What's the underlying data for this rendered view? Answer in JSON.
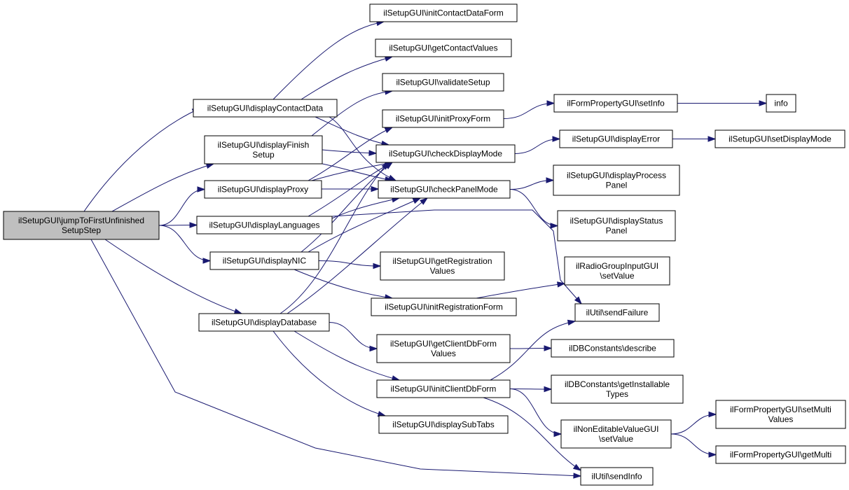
{
  "diagram": {
    "title": "",
    "edge_color": "#191970",
    "root_fill": "#bfbfbf",
    "nodes": [
      {
        "id": "root",
        "lines": [
          "ilSetupGUI\\jumpToFirstUnfinished",
          "SetupStep"
        ],
        "root": true
      },
      {
        "id": "displayContactData",
        "lines": [
          "ilSetupGUI\\displayContactData"
        ]
      },
      {
        "id": "displayFinishSetup",
        "lines": [
          "ilSetupGUI\\displayFinish",
          "Setup"
        ]
      },
      {
        "id": "displayProxy",
        "lines": [
          "ilSetupGUI\\displayProxy"
        ]
      },
      {
        "id": "displayLanguages",
        "lines": [
          "ilSetupGUI\\displayLanguages"
        ]
      },
      {
        "id": "displayNIC",
        "lines": [
          "ilSetupGUI\\displayNIC"
        ]
      },
      {
        "id": "displayDatabase",
        "lines": [
          "ilSetupGUI\\displayDatabase"
        ]
      },
      {
        "id": "initContactDataForm",
        "lines": [
          "ilSetupGUI\\initContactDataForm"
        ]
      },
      {
        "id": "getContactValues",
        "lines": [
          "ilSetupGUI\\getContactValues"
        ]
      },
      {
        "id": "validateSetup",
        "lines": [
          "ilSetupGUI\\validateSetup"
        ]
      },
      {
        "id": "initProxyForm",
        "lines": [
          "ilSetupGUI\\initProxyForm"
        ]
      },
      {
        "id": "checkDisplayMode",
        "lines": [
          "ilSetupGUI\\checkDisplayMode"
        ]
      },
      {
        "id": "checkPanelMode",
        "lines": [
          "ilSetupGUI\\checkPanelMode"
        ]
      },
      {
        "id": "getRegistrationValues",
        "lines": [
          "ilSetupGUI\\getRegistration",
          "Values"
        ]
      },
      {
        "id": "initRegistrationForm",
        "lines": [
          "ilSetupGUI\\initRegistrationForm"
        ]
      },
      {
        "id": "getClientDbFormValues",
        "lines": [
          "ilSetupGUI\\getClientDbForm",
          "Values"
        ]
      },
      {
        "id": "initClientDbForm",
        "lines": [
          "ilSetupGUI\\initClientDbForm"
        ]
      },
      {
        "id": "displaySubTabs",
        "lines": [
          "ilSetupGUI\\displaySubTabs"
        ]
      },
      {
        "id": "setInfo",
        "lines": [
          "ilFormPropertyGUI\\setInfo"
        ]
      },
      {
        "id": "displayError",
        "lines": [
          "ilSetupGUI\\displayError"
        ]
      },
      {
        "id": "displayProcessPanel",
        "lines": [
          "ilSetupGUI\\displayProcess",
          "Panel"
        ]
      },
      {
        "id": "displayStatusPanel",
        "lines": [
          "ilSetupGUI\\displayStatus",
          "Panel"
        ]
      },
      {
        "id": "radioSetValue",
        "lines": [
          "ilRadioGroupInputGUI",
          "\\setValue"
        ]
      },
      {
        "id": "sendFailure",
        "lines": [
          "ilUtil\\sendFailure"
        ]
      },
      {
        "id": "describe",
        "lines": [
          "ilDBConstants\\describe"
        ]
      },
      {
        "id": "getInstallableTypes",
        "lines": [
          "ilDBConstants\\getInstallable",
          "Types"
        ]
      },
      {
        "id": "nonEditSetValue",
        "lines": [
          "ilNonEditableValueGUI",
          "\\setValue"
        ]
      },
      {
        "id": "sendInfo",
        "lines": [
          "ilUtil\\sendInfo"
        ]
      },
      {
        "id": "info",
        "lines": [
          "info"
        ]
      },
      {
        "id": "setDisplayMode",
        "lines": [
          "ilSetupGUI\\setDisplayMode"
        ]
      },
      {
        "id": "setMultiValues",
        "lines": [
          "ilFormPropertyGUI\\setMulti",
          "Values"
        ]
      },
      {
        "id": "getMulti",
        "lines": [
          "ilFormPropertyGUI\\getMulti"
        ]
      }
    ],
    "edges": [
      [
        "root",
        "displayContactData"
      ],
      [
        "root",
        "displayFinishSetup"
      ],
      [
        "root",
        "displayProxy"
      ],
      [
        "root",
        "displayLanguages"
      ],
      [
        "root",
        "displayNIC"
      ],
      [
        "root",
        "displayDatabase"
      ],
      [
        "root",
        "sendInfo"
      ],
      [
        "displayContactData",
        "initContactDataForm"
      ],
      [
        "displayContactData",
        "getContactValues"
      ],
      [
        "displayContactData",
        "checkDisplayMode"
      ],
      [
        "displayContactData",
        "checkPanelMode"
      ],
      [
        "displayFinishSetup",
        "validateSetup"
      ],
      [
        "displayFinishSetup",
        "checkDisplayMode"
      ],
      [
        "displayFinishSetup",
        "checkPanelMode"
      ],
      [
        "displayProxy",
        "initProxyForm"
      ],
      [
        "displayProxy",
        "checkDisplayMode"
      ],
      [
        "displayProxy",
        "checkPanelMode"
      ],
      [
        "displayLanguages",
        "checkDisplayMode"
      ],
      [
        "displayLanguages",
        "checkPanelMode"
      ],
      [
        "displayLanguages",
        "sendFailure"
      ],
      [
        "displayNIC",
        "checkDisplayMode"
      ],
      [
        "displayNIC",
        "checkPanelMode"
      ],
      [
        "displayNIC",
        "getRegistrationValues"
      ],
      [
        "displayNIC",
        "initRegistrationForm"
      ],
      [
        "displayDatabase",
        "checkDisplayMode"
      ],
      [
        "displayDatabase",
        "checkPanelMode"
      ],
      [
        "displayDatabase",
        "getClientDbFormValues"
      ],
      [
        "displayDatabase",
        "initClientDbForm"
      ],
      [
        "displayDatabase",
        "displaySubTabs"
      ],
      [
        "initProxyForm",
        "setInfo"
      ],
      [
        "setInfo",
        "info"
      ],
      [
        "checkDisplayMode",
        "displayError"
      ],
      [
        "displayError",
        "setDisplayMode"
      ],
      [
        "checkPanelMode",
        "displayProcessPanel"
      ],
      [
        "checkPanelMode",
        "displayStatusPanel"
      ],
      [
        "initRegistrationForm",
        "radioSetValue"
      ],
      [
        "getClientDbFormValues",
        "describe"
      ],
      [
        "initClientDbForm",
        "sendFailure"
      ],
      [
        "initClientDbForm",
        "getInstallableTypes"
      ],
      [
        "initClientDbForm",
        "nonEditSetValue"
      ],
      [
        "initClientDbForm",
        "sendInfo"
      ],
      [
        "nonEditSetValue",
        "setMultiValues"
      ],
      [
        "nonEditSetValue",
        "getMulti"
      ]
    ]
  }
}
